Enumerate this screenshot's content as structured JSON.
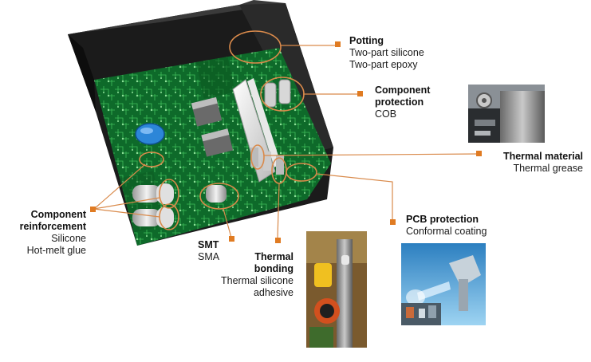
{
  "colors": {
    "accent": "#e07b22",
    "leader": "#d98a4b",
    "pcb_green": "#0f6b2a",
    "enclosure": "#1c1c1c"
  },
  "callouts": {
    "potting": {
      "title": "Potting",
      "lines": [
        "Two-part silicone",
        "Two-part epoxy"
      ]
    },
    "component_protection": {
      "title_lines": [
        "Component",
        "protection"
      ],
      "lines": [
        "COB"
      ]
    },
    "thermal_material": {
      "title": "Thermal material",
      "lines": [
        "Thermal grease"
      ]
    },
    "pcb_protection": {
      "title": "PCB protection",
      "lines": [
        "Conformal coating"
      ]
    },
    "component_reinforcement": {
      "title_lines": [
        "Component",
        "reinforcement"
      ],
      "lines": [
        "Silicone",
        "Hot-melt glue"
      ]
    },
    "smt": {
      "title": "SMT",
      "lines": [
        "SMA"
      ]
    },
    "thermal_bonding": {
      "title_lines": [
        "Thermal",
        "bonding"
      ],
      "lines": [
        "Thermal silicone",
        "adhesive"
      ]
    }
  },
  "photos": {
    "thermal_material": "thermal-interface-photo",
    "pcb_protection": "conformal-coating-spray-photo",
    "thermal_bonding": "thermal-bonding-photo"
  }
}
